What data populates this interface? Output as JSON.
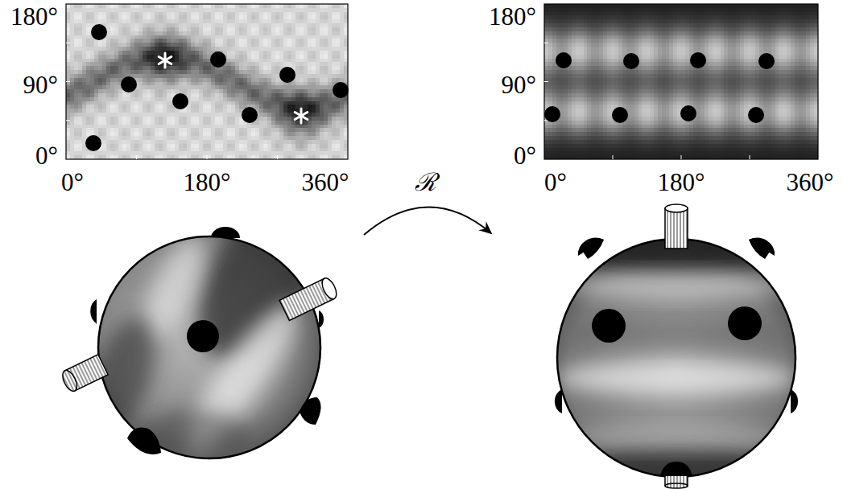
{
  "diagram": {
    "labels": [
      "180°",
      "90°",
      "0°",
      "0°",
      "180°",
      "360°",
      "180°",
      "90°",
      "0°",
      "0°",
      "180°",
      "360°",
      "ℛ"
    ]
  }
}
